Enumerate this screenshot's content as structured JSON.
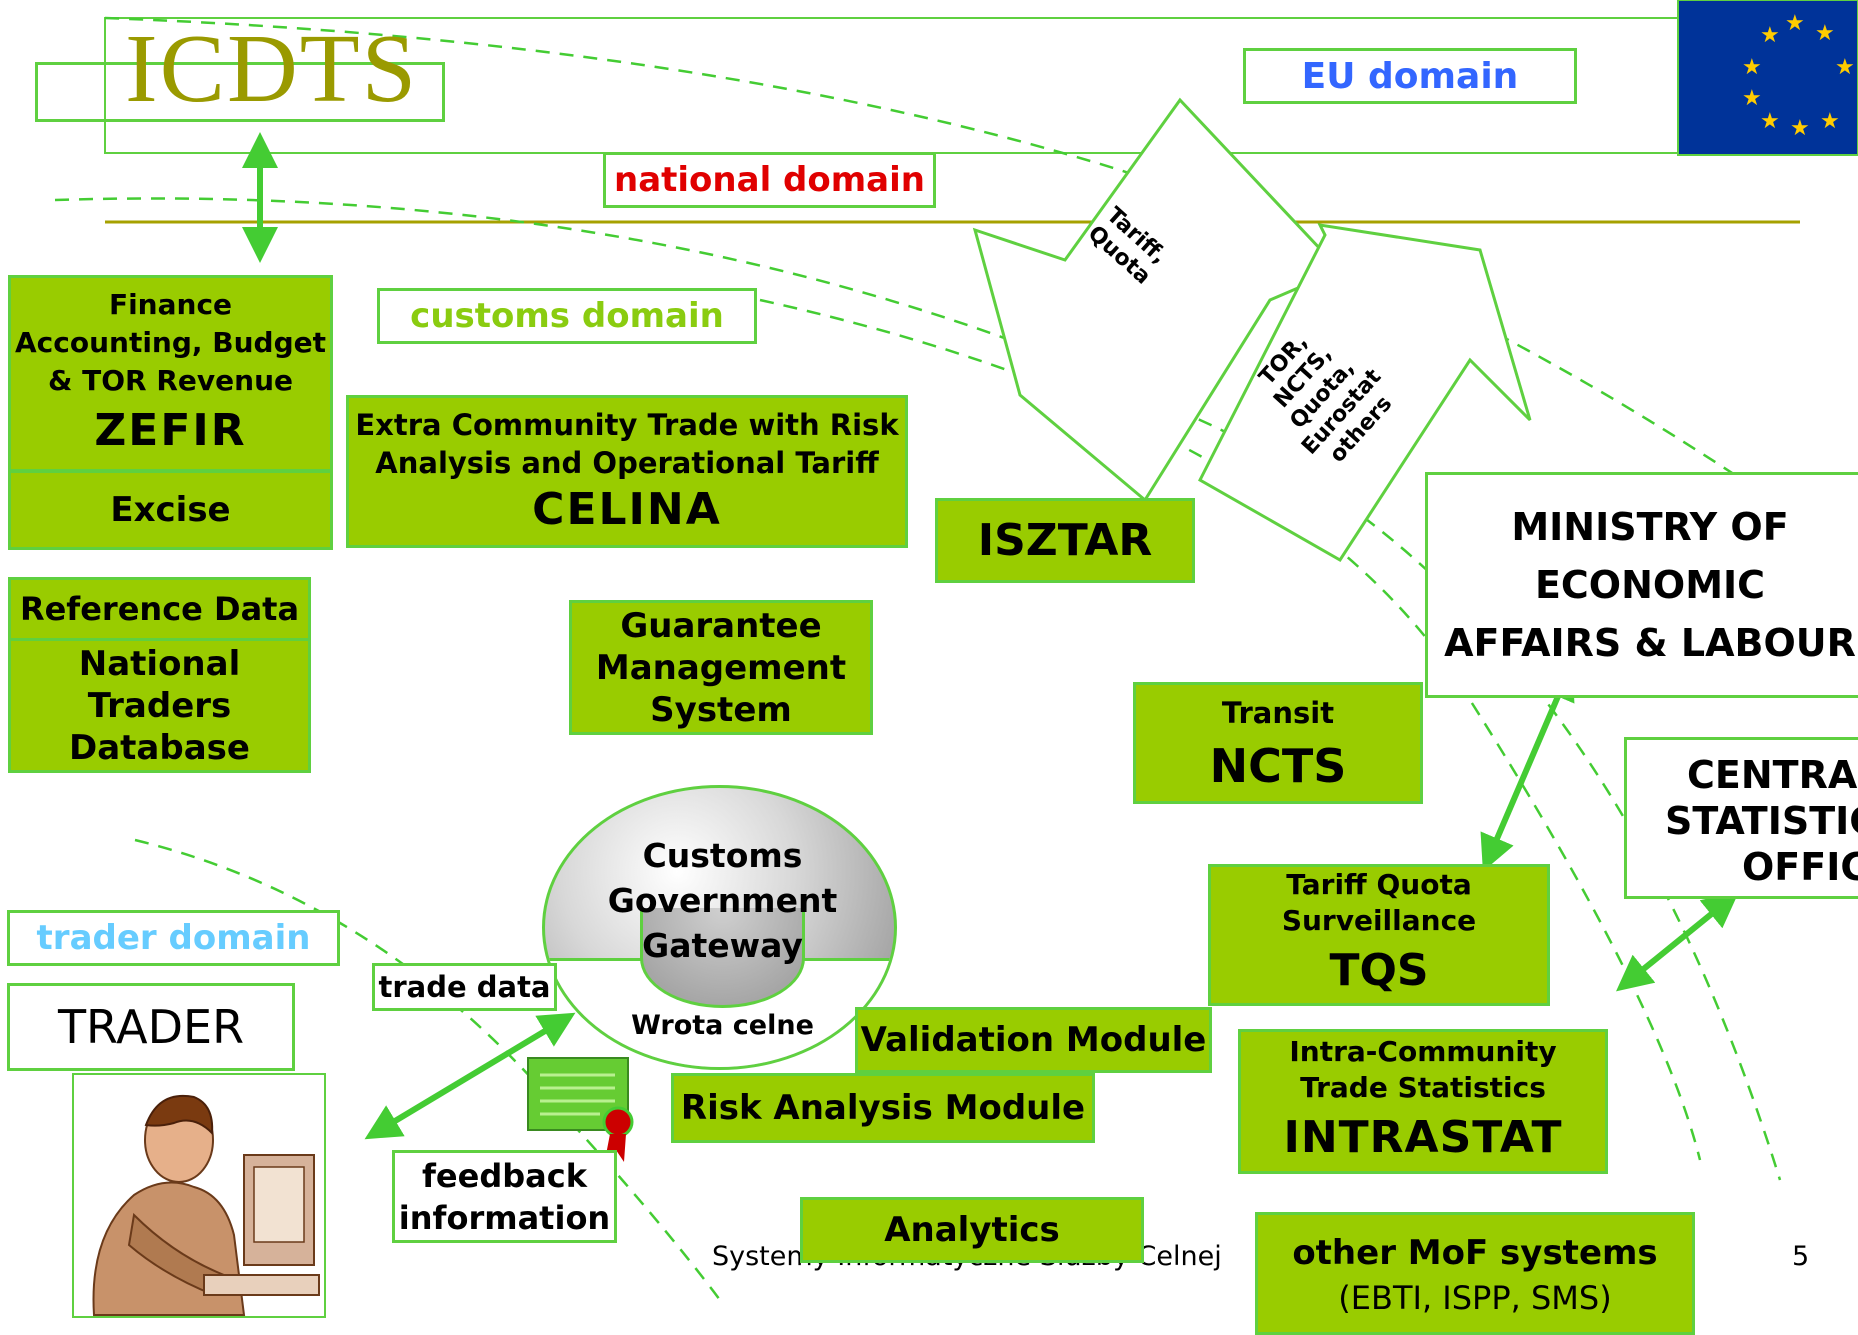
{
  "logo": {
    "text": "ICDTS"
  },
  "domains": {
    "eu": "EU domain",
    "national": "national domain",
    "customs": "customs domain",
    "trader": "trader domain"
  },
  "arrows": {
    "tariff_quota": [
      "Tariff,",
      "Quota"
    ],
    "tor_ncts": [
      "TOR,",
      "NCTS,",
      "Quota,",
      "Eurostat",
      "others"
    ]
  },
  "systems": {
    "zefir": {
      "desc": [
        "Finance",
        "Accounting, Budget",
        "& TOR Revenue"
      ],
      "name": "ZEFIR"
    },
    "excise": "Excise",
    "reference_data": "Reference Data",
    "national_traders": [
      "National",
      "Traders",
      "Database"
    ],
    "celina": {
      "desc": [
        "Extra Community Trade with Risk",
        "Analysis and Operational Tariff"
      ],
      "name": "CELINA"
    },
    "isztar": "ISZTAR",
    "guarantee": [
      "Guarantee",
      "Management",
      "System"
    ],
    "ncts": {
      "desc": "Transit",
      "name": "NCTS"
    },
    "tqs": {
      "desc": [
        "Tariff Quota",
        "Surveillance"
      ],
      "name": "TQS"
    },
    "intrastat": {
      "desc": [
        "Intra-Community",
        "Trade Statistics"
      ],
      "name": "INTRASTAT"
    },
    "validation": "Validation Module",
    "risk": "Risk Analysis Module",
    "analytics": "Analytics",
    "other_mof": {
      "name": "other MoF systems",
      "desc": "(EBTI, ISPP, SMS)"
    }
  },
  "gateway": {
    "lines": [
      "Customs",
      "Government",
      "Gateway"
    ],
    "sub": "Wrota celne"
  },
  "external": {
    "ministry": [
      "MINISTRY OF",
      "ECONOMIC",
      "AFFAIRS & LABOUR"
    ],
    "central_stats": [
      "CENTRAL",
      "STATISTICAL",
      "OFFICE"
    ]
  },
  "trader": {
    "label": "TRADER",
    "trade_data": "trade data",
    "feedback": [
      "feedback",
      "information"
    ]
  },
  "footer": {
    "text": "Systemy Informatyczne Służby Celnej",
    "page": "5"
  },
  "colors": {
    "box_fill": "#99cc00",
    "border": "#5fd040",
    "logo": "#9a9a00",
    "eu_text": "#3366ff",
    "national_text": "#e00000",
    "customs_text": "#8acc10",
    "trader_text": "#66ccff",
    "eu_flag": "#003399",
    "star": "#ffcc00"
  }
}
